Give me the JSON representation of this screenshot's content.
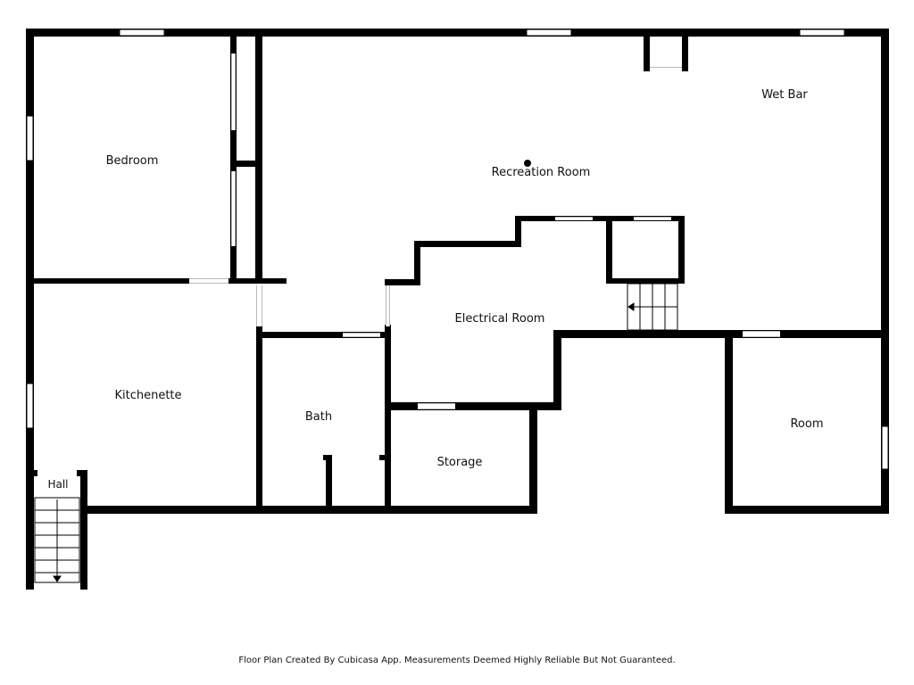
{
  "rooms": {
    "bedroom": "Bedroom",
    "recreation_room": "Recreation Room",
    "wet_bar": "Wet Bar",
    "kitchenette": "Kitchenette",
    "electrical_room": "Electrical Room",
    "bath": "Bath",
    "storage": "Storage",
    "room": "Room",
    "hall": "Hall"
  },
  "footer": {
    "disclaimer": "Floor Plan Created By Cubicasa App. Measurements Deemed Highly Reliable But Not Guaranteed."
  },
  "colors": {
    "wall": "#000000",
    "background": "#ffffff",
    "text": "#111111"
  }
}
